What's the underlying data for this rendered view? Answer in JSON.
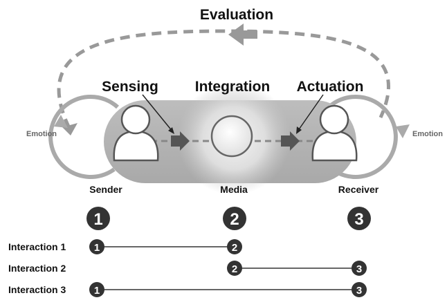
{
  "title": "Evaluation",
  "stages": {
    "sensing": "Sensing",
    "integration": "Integration",
    "actuation": "Actuation"
  },
  "emotion_left": "Emotion",
  "emotion_right": "Emotion",
  "nodes": {
    "sender": "Sender",
    "media": "Media",
    "receiver": "Receiver"
  },
  "big_badges": [
    "1",
    "2",
    "3"
  ],
  "interactions": [
    {
      "label": "Interaction 1",
      "from": "1",
      "to": "2"
    },
    {
      "label": "Interaction 2",
      "from": "2",
      "to": "3"
    },
    {
      "label": "Interaction 3",
      "from": "1",
      "to": "3"
    }
  ],
  "colors": {
    "dark": "#333333",
    "arrow": "#555555",
    "dash": "#999999",
    "pill": "#c8c8c8",
    "cycle": "#aaaaaa"
  }
}
